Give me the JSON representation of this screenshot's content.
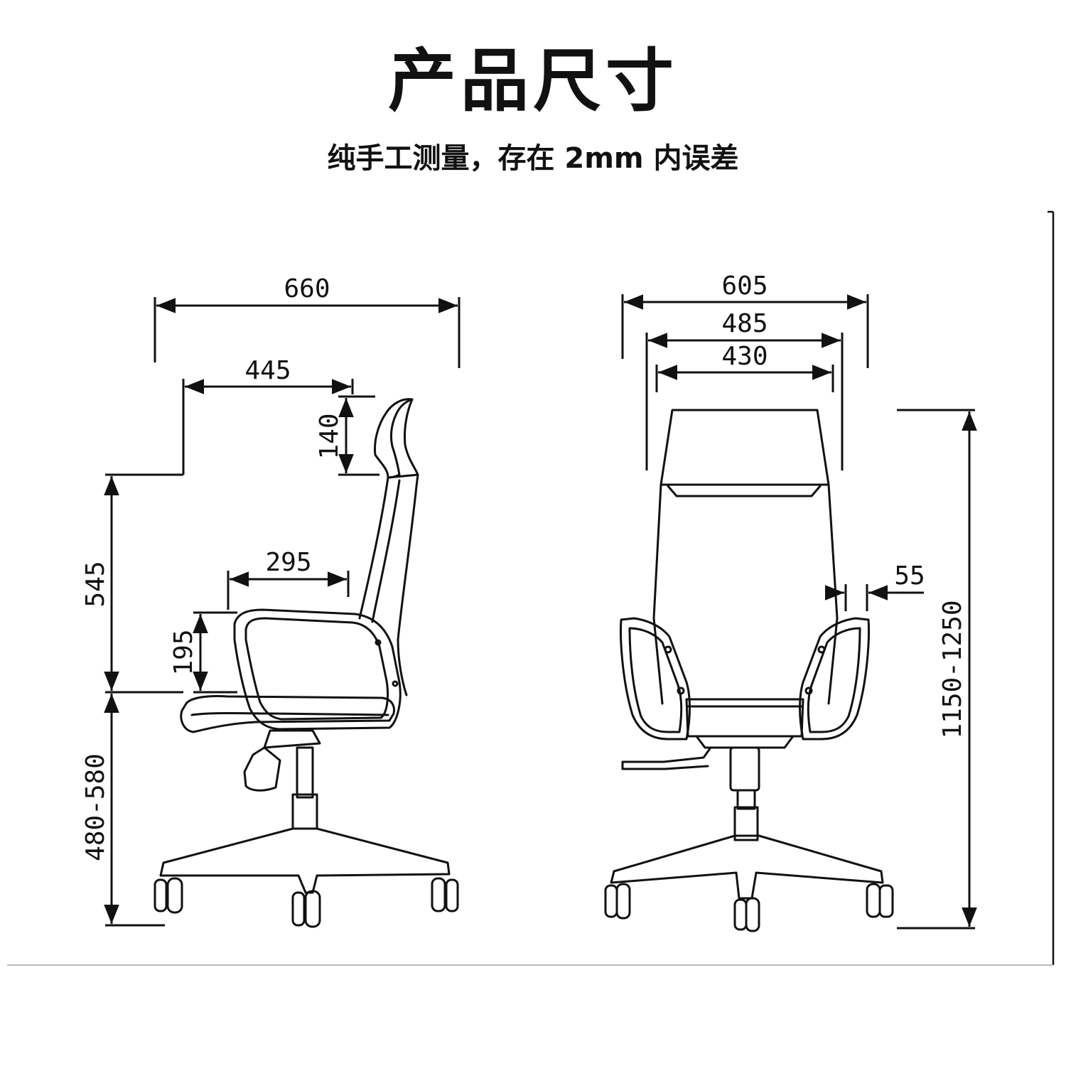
{
  "header": {
    "title": "产品尺寸",
    "subtitle": "纯手工测量，存在 2mm 内误差"
  },
  "side_view": {
    "overall_depth": "660",
    "seat_to_headrest_depth": "445",
    "headrest_height": "140",
    "back_height": "545",
    "armrest_depth": "295",
    "armrest_height": "195",
    "seat_height": "480-580"
  },
  "front_view": {
    "overall_width": "605",
    "armrest_outer_width": "485",
    "seat_width": "430",
    "armrest_width": "55",
    "total_height": "1150-1250"
  }
}
